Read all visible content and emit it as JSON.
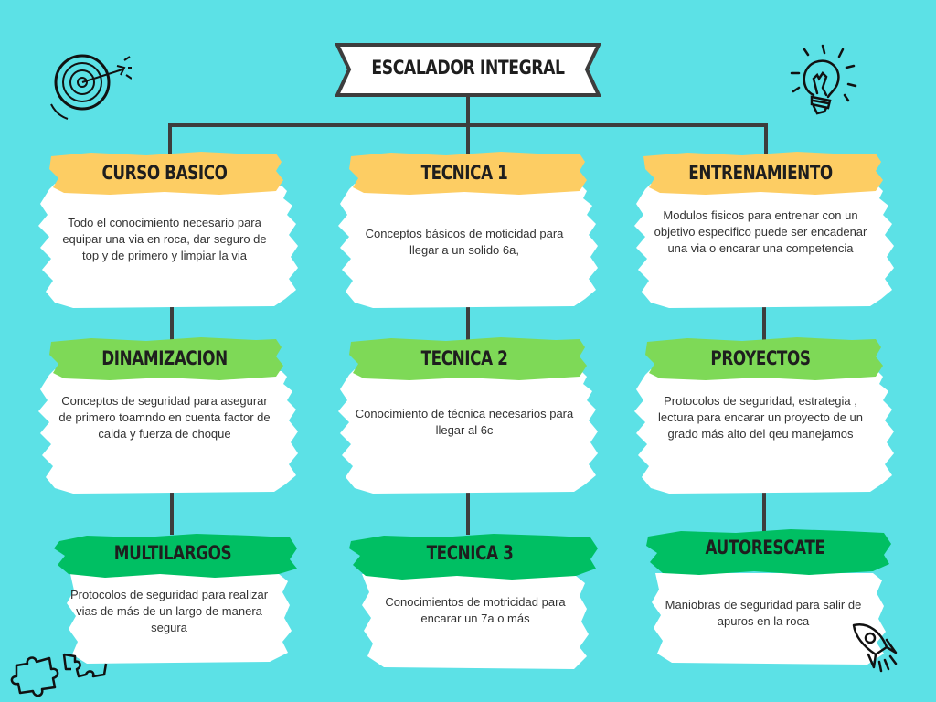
{
  "title": "ESCALADOR INTEGRAL",
  "colors": {
    "background": "#5ce1e6",
    "connector": "#3d3d3d",
    "yellow": "#fdcd63",
    "light_green": "#7ed957",
    "green": "#00bf63",
    "card_white": "#ffffff",
    "text_dark": "#1e1e1e"
  },
  "columns": [
    {
      "cards": [
        {
          "title": "CURSO BASICO",
          "body": "Todo el conocimiento necesario para equipar una via en roca, dar seguro de top y de primero y limpiar la via",
          "color": "yellow"
        },
        {
          "title": "DINAMIZACION",
          "body": "Conceptos de seguridad para asegurar de primero toamndo en cuenta factor de caida y fuerza de choque",
          "color": "light_green"
        },
        {
          "title": "MULTILARGOS",
          "body": "Protocolos de seguridad para realizar vias de más de un largo de manera segura",
          "color": "green"
        }
      ]
    },
    {
      "cards": [
        {
          "title": "TECNICA 1",
          "body": "Conceptos básicos de moticidad para llegar a un solido 6a,",
          "color": "yellow"
        },
        {
          "title": "TECNICA 2",
          "body": "Conocimiento de técnica necesarios para llegar al 6c",
          "color": "light_green"
        },
        {
          "title": "TECNICA 3",
          "body": "Conocimientos de motricidad para encarar un 7a o más",
          "color": "green"
        }
      ]
    },
    {
      "cards": [
        {
          "title": "ENTRENAMIENTO",
          "body": "Modulos fisicos para entrenar con un objetivo especifico puede ser encadenar una via o encarar una competencia",
          "color": "yellow"
        },
        {
          "title": "PROYECTOS",
          "body": "Protocolos de seguridad, estrategia , lectura para encarar un proyecto de un grado más alto del qeu manejamos",
          "color": "light_green"
        },
        {
          "title": "AUTORESCATE",
          "body": "Maniobras de seguridad para salir de apuros en la roca",
          "color": "green"
        }
      ]
    }
  ],
  "decorations": {
    "top_left": "target-arrow-icon",
    "top_right": "lightbulb-icon",
    "bottom_left": "puzzle-pieces-icon",
    "bottom_right": "rocket-icon"
  }
}
